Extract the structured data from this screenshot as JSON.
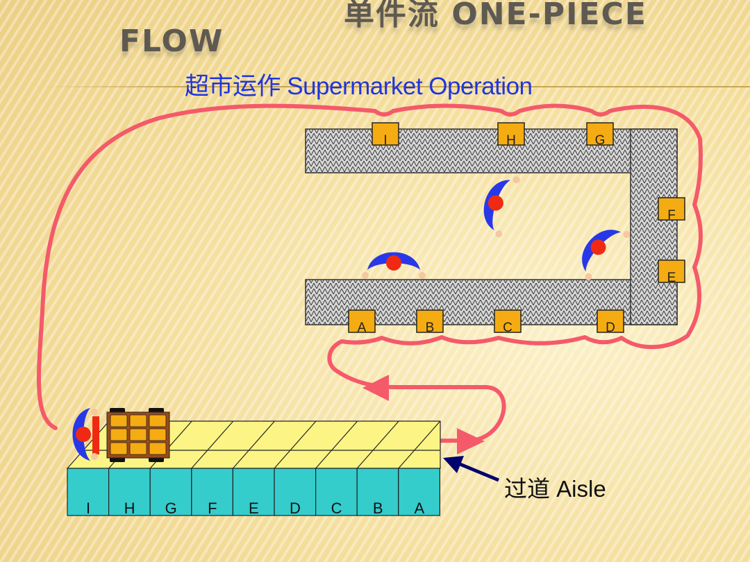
{
  "title": {
    "line1": "单件流 ONE-PIECE",
    "line2": "FLOW"
  },
  "subtitle": "超市运作 Supermarket Operation",
  "station_labels_top": [
    "I",
    "H",
    "G"
  ],
  "station_labels_right": [
    "F",
    "E"
  ],
  "station_labels_bottom": [
    "A",
    "B",
    "C",
    "D"
  ],
  "rack_labels": [
    "I",
    "H",
    "G",
    "F",
    "E",
    "D",
    "C",
    "B",
    "A"
  ],
  "aisle_label": "过道 Aisle",
  "colors": {
    "flow_line": "#f45a6a",
    "station_box": "#f5ac12",
    "rack_top": "#fcf585",
    "rack_front": "#35cccc",
    "worker_body": "#2838e8",
    "worker_head": "#f02a12",
    "cart_box": "#f5ac12",
    "arrow": "#00006e"
  }
}
